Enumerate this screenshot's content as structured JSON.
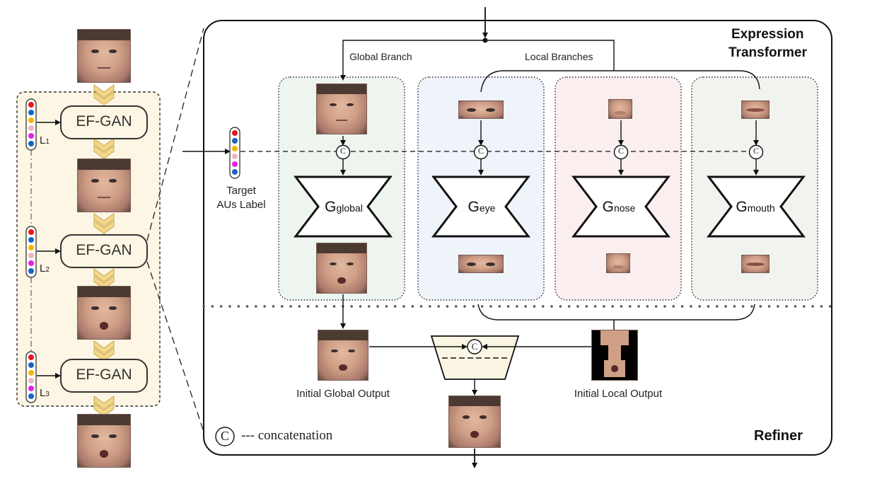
{
  "pipeline": {
    "blocks": [
      {
        "label": "EF-GAN",
        "au_label": "L",
        "au_sub": "1"
      },
      {
        "label": "EF-GAN",
        "au_label": "L",
        "au_sub": "2"
      },
      {
        "label": "EF-GAN",
        "au_label": "L",
        "au_sub": "3"
      }
    ]
  },
  "transformer": {
    "title_line1": "Expression",
    "title_line2": "Transformer",
    "global_branch": "Global Branch",
    "local_branches": "Local Branches",
    "target_line1": "Target",
    "target_line2": "AUs Label",
    "concat_symbol": "C",
    "generators": [
      {
        "main": "G",
        "sub": "global"
      },
      {
        "main": "G",
        "sub": "eye"
      },
      {
        "main": "G",
        "sub": "nose"
      },
      {
        "main": "G",
        "sub": "mouth"
      }
    ]
  },
  "refiner": {
    "title": "Refiner",
    "initial_global_output": "Initial Global Output",
    "initial_local_output": "Initial Local Output"
  },
  "legend": {
    "symbol": "C",
    "text": "--- concatenation"
  },
  "colors": {
    "pipeline_bg": "#fdf6e4",
    "chevron": "#f3d78a",
    "panel_global": "#edf5ee",
    "panel_eye": "#eef4fa",
    "panel_nose": "#fbeeee",
    "panel_mouth": "#f1f4ee",
    "refiner_bg": "#fbf5e3",
    "au_dots": [
      "#e8161d",
      "#1565c0",
      "#f2b700",
      "#e9b9bb",
      "#e61fe0",
      "#1565c0"
    ]
  }
}
